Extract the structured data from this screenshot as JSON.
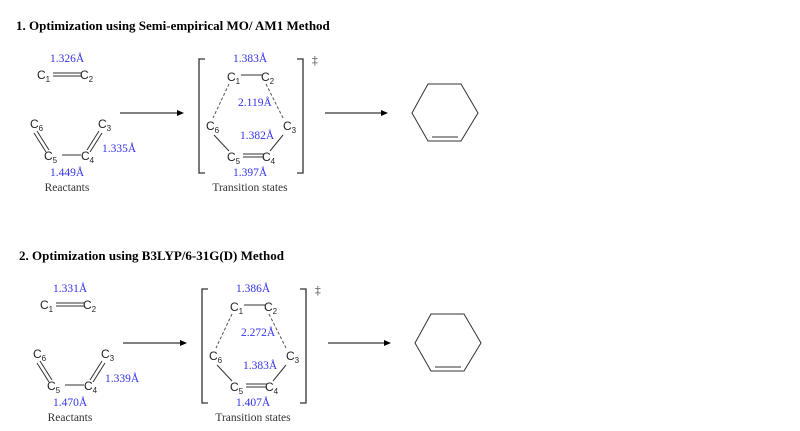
{
  "sections": [
    {
      "title": "1. Optimization using Semi-empirical MO/ AM1 Method",
      "reactants": {
        "c1c2": "1.326Å",
        "c3c4": "1.335Å",
        "c4c5": "1.449Å",
        "caption": "Reactants"
      },
      "ts": {
        "c1c2": "1.383Å",
        "forming": "2.119Å",
        "c3c4": "1.382Å",
        "c4c5": "1.397Å",
        "caption": "Transition states",
        "mark": "‡"
      }
    },
    {
      "title": "2. Optimization using B3LYP/6-31G(D) Method",
      "reactants": {
        "c1c2": "1.331Å",
        "c3c4": "1.339Å",
        "c4c5": "1.470Å",
        "caption": "Reactants"
      },
      "ts": {
        "c1c2": "1.386Å",
        "forming": "2.272Å",
        "c3c4": "1.383Å",
        "c4c5": "1.407Å",
        "caption": "Transition states",
        "mark": "‡"
      }
    }
  ],
  "atoms": {
    "symbol": "C",
    "c1": "1",
    "c2": "2",
    "c3": "3",
    "c4": "4",
    "c5": "5",
    "c6": "6"
  },
  "product": "cyclohexene"
}
